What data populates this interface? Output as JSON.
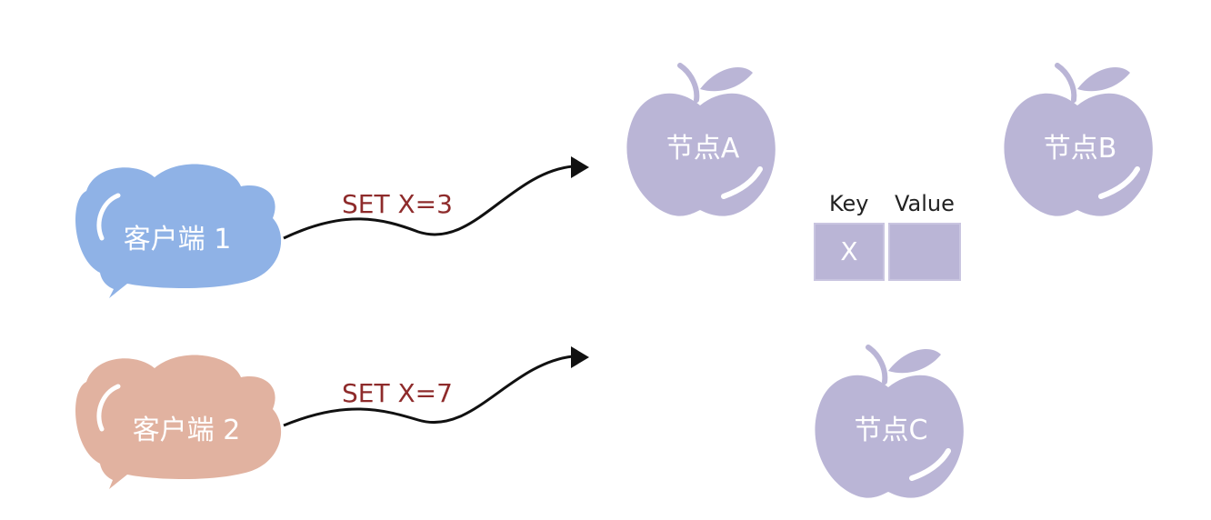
{
  "clients": [
    {
      "label": "客户端 1",
      "color": "#8fb2e6"
    },
    {
      "label": "客户端 2",
      "color": "#e1b2a0"
    }
  ],
  "commands": [
    "SET X=3",
    "SET X=7"
  ],
  "nodes": [
    {
      "label": "节点A"
    },
    {
      "label": "节点B"
    },
    {
      "label": "节点C"
    }
  ],
  "node_color": "#bab5d6",
  "kv_table": {
    "key_header": "Key",
    "value_header": "Value",
    "key": "X",
    "value": ""
  }
}
